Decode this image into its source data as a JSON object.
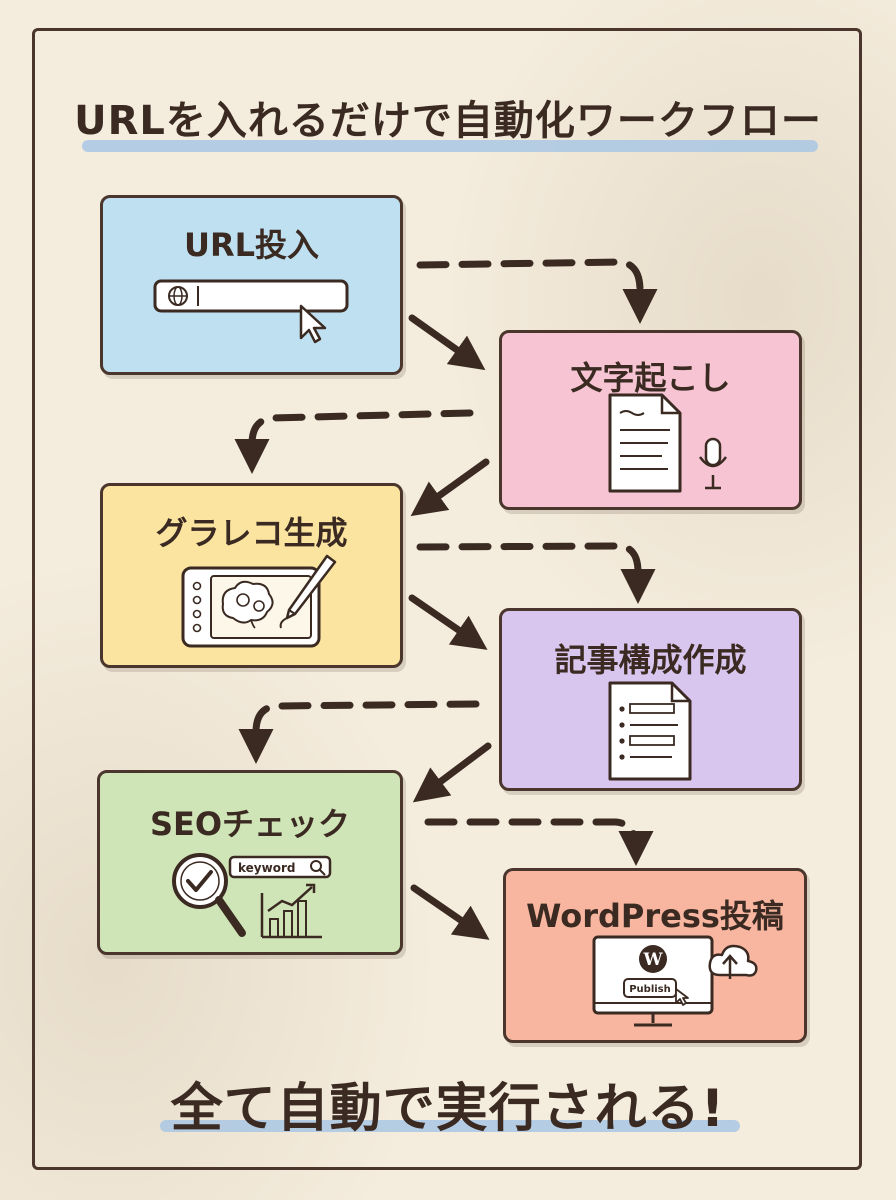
{
  "header": {
    "title": "URLを入れるだけで自動化ワークフロー"
  },
  "steps": [
    {
      "label": "URL投入",
      "color": "#bfe0f0",
      "icon": "url-bar-icon"
    },
    {
      "label": "文字起こし",
      "color": "#f6c4d2",
      "icon": "transcript-microphone-icon"
    },
    {
      "label": "グラレコ生成",
      "color": "#fbe3a0",
      "icon": "drawing-tablet-icon"
    },
    {
      "label": "記事構成作成",
      "color": "#d9c6ee",
      "icon": "outline-document-icon"
    },
    {
      "label": "SEOチェック",
      "color": "#cfe5b8",
      "icon": "seo-magnifier-chart-icon"
    },
    {
      "label": "WordPress投稿",
      "color": "#f8b5a0",
      "icon": "wordpress-publish-icon"
    }
  ],
  "seo": {
    "keyword": "keyword"
  },
  "wordpress": {
    "publish": "Publish"
  },
  "footer": {
    "title": "全て自動で実行される!"
  }
}
